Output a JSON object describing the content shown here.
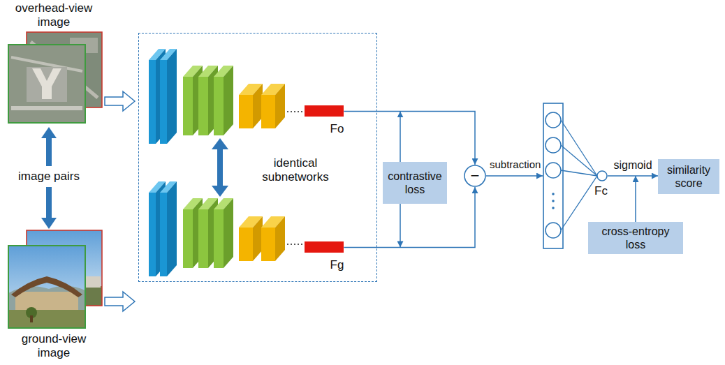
{
  "diagram": {
    "nodes": [
      {
        "text": [
          "overhead-view image"
        ]
      },
      {
        "text": [
          "ground-view image"
        ]
      },
      {
        "text": [
          "identical subnetworks"
        ]
      },
      {
        "text": [
          "Fo"
        ],
        "in": 2
      },
      {
        "text": [
          "Fg"
        ],
        "in": 2
      },
      {
        "text": [
          "contrastive loss"
        ]
      },
      {
        "text": [
          "−"
        ]
      },
      {
        "text": [
          "Fc"
        ]
      },
      {
        "text": [
          "similarity score"
        ]
      },
      {
        "text": [
          "cross-entropy loss"
        ]
      }
    ],
    "edges": [
      {
        "from": 3,
        "to": 6,
        "arrow": "to"
      },
      {
        "from": 4,
        "to": 6,
        "arrow": "to"
      },
      {
        "from": 5,
        "to": 3,
        "arrow": "to"
      },
      {
        "from": 5,
        "to": 4,
        "arrow": "to"
      },
      {
        "from": 7,
        "to": 8,
        "label": "sigmoid",
        "arrow": "to"
      },
      {
        "from": 9,
        "to": 7,
        "arrow": "to"
      }
    ],
    "labels": [
      "image pairs",
      "subtraction"
    ]
  }
}
